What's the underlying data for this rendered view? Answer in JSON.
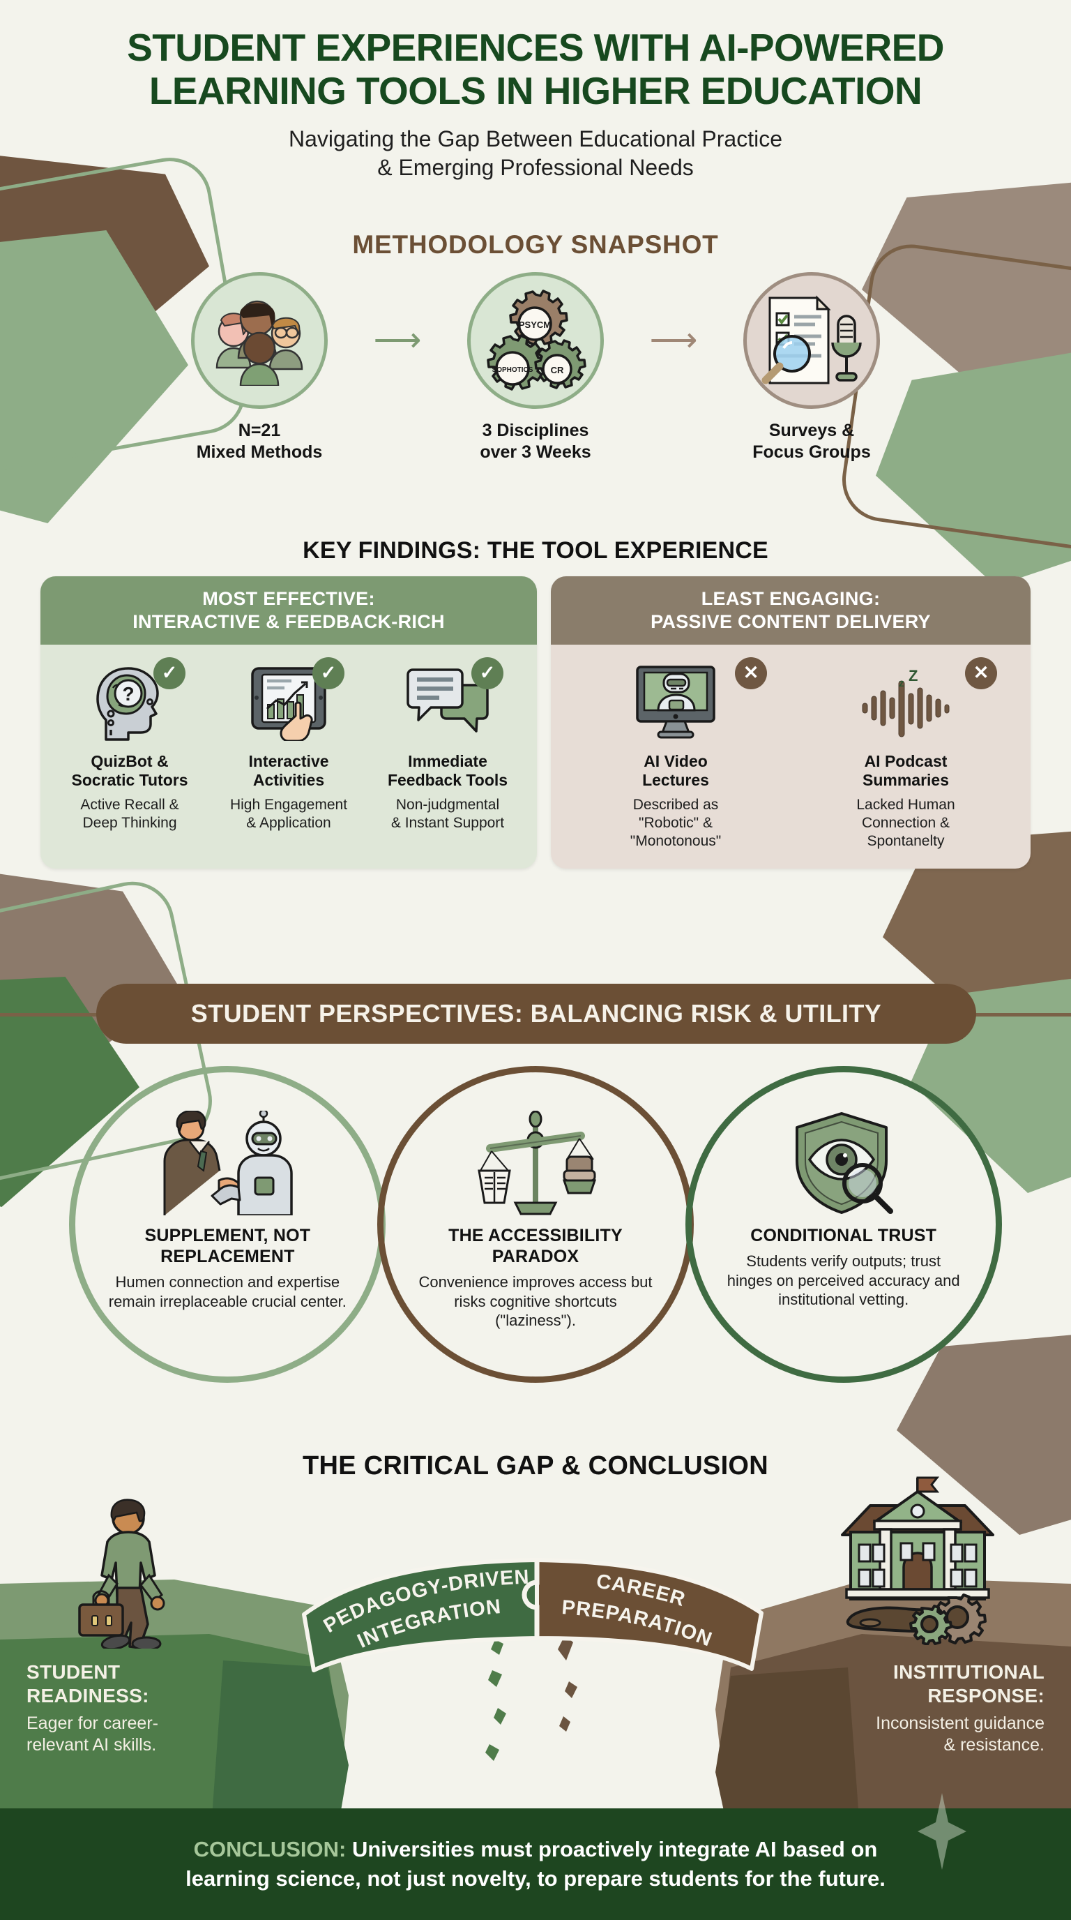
{
  "header": {
    "title_line1": "STUDENT EXPERIENCES WITH AI-POWERED",
    "title_line2": "LEARNING TOOLS IN HIGHER EDUCATION",
    "subtitle_line1": "Navigating the Gap Between Educational Practice",
    "subtitle_line2": "& Emerging Professional Needs",
    "title_color": "#17491f"
  },
  "methodology": {
    "heading": "METHODOLOGY SNAPSHOT",
    "heading_color": "#6b4f35",
    "steps": [
      {
        "icon": "group-of-students-icon",
        "label_line1": "N=21",
        "label_line2": "Mixed Methods",
        "circle_style": "green"
      },
      {
        "icon": "gears-disciplines-icon",
        "label_line1": "3 Disciplines",
        "label_line2": "over 3 Weeks",
        "circle_style": "green",
        "gear_labels": [
          "PSYCM",
          "SOPHOTICS",
          "CR"
        ]
      },
      {
        "icon": "survey-and-microphone-icon",
        "label_line1": "Surveys &",
        "label_line2": "Focus Groups",
        "circle_style": "brown"
      }
    ],
    "arrows": [
      "arrow-right-icon",
      "arrow-right-icon"
    ]
  },
  "key_findings": {
    "heading": "KEY FINDINGS: THE TOOL EXPERIENCE",
    "panels": [
      {
        "bar_line1": "MOST EFFECTIVE:",
        "bar_line2": "INTERACTIVE & FEEDBACK-RICH",
        "bar_color": "#7d9a72",
        "body_color": "#dfe7d8",
        "badge": "check",
        "items": [
          {
            "icon": "brain-question-head-icon",
            "name_line1": "QuizBot &",
            "name_line2": "Socratic Tutors",
            "desc_line1": "Active Recall &",
            "desc_line2": "Deep Thinking"
          },
          {
            "icon": "tablet-chart-touch-icon",
            "name_line1": "Interactive",
            "name_line2": "Activities",
            "desc_line1": "High Engagement",
            "desc_line2": "& Application"
          },
          {
            "icon": "chat-bubbles-icon",
            "name_line1": "Immediate",
            "name_line2": "Feedback Tools",
            "desc_line1": "Non-judgmental",
            "desc_line2": "& Instant Support"
          }
        ]
      },
      {
        "bar_line1": "LEAST ENGAGING:",
        "bar_line2": "PASSIVE CONTENT DELIVERY",
        "bar_color": "#8a7d6b",
        "body_color": "#e7ddd6",
        "badge": "x",
        "items": [
          {
            "icon": "robot-monitor-lecture-icon",
            "name_line1": "AI Video",
            "name_line2": "Lectures",
            "desc_line1": "Described as",
            "desc_line2": "\"Robotic\" &",
            "desc_line3": "\"Monotonous\""
          },
          {
            "icon": "audio-waveform-sleep-icon",
            "name_line1": "AI Podcast",
            "name_line2": "Summaries",
            "desc_line1": "Lacked Human",
            "desc_line2": "Connection &",
            "desc_line3": "Spontanelty"
          }
        ]
      }
    ]
  },
  "perspectives": {
    "banner": "STUDENT PERSPECTIVES: BALANCING RISK & UTILITY",
    "banner_color": "#6b4f35",
    "items": [
      {
        "icon": "human-robot-handshake-icon",
        "ring": "lightgreen",
        "title_line1": "SUPPLEMENT, NOT",
        "title_line2": "REPLACEMENT",
        "desc": "Humen connection and expertise remain irreplaceable crucial center."
      },
      {
        "icon": "balance-scale-book-sofa-icon",
        "ring": "brown",
        "title_line1": "THE ACCESSIBILITY",
        "title_line2": "PARADOX",
        "desc": "Convenience improves access but risks cognitive shortcuts (\"laziness\")."
      },
      {
        "icon": "shield-eye-magnifier-icon",
        "ring": "darkgreen",
        "title_line1": "CONDITIONAL TRUST",
        "title_line2": "",
        "desc": "Students verify outputs; trust hinges on perceived accuracy and institutional vetting."
      }
    ]
  },
  "critical_gap": {
    "heading": "THE CRITICAL GAP & CONCLUSION",
    "bridge_left_line1": "PEDAGOGY-DRIVEN",
    "bridge_left_line2": "INTEGRATION",
    "bridge_right_line1": "CAREER",
    "bridge_right_line2": "PREPARATION",
    "bridge_left_color": "#3f6b42",
    "bridge_right_color": "#6b4f35",
    "left": {
      "icon": "walking-student-with-briefcase-icon",
      "title_line1": "STUDENT",
      "title_line2": "READINESS:",
      "desc_line1": "Eager for career-",
      "desc_line2": "relevant AI skills."
    },
    "right": {
      "icon": "university-building-with-gears-icon",
      "title_line1": "INSTITUTIONAL",
      "title_line2": "RESPONSE:",
      "desc_line1": "Inconsistent guidance",
      "desc_line2": "& resistance."
    }
  },
  "conclusion": {
    "lead": "CONCLUSION:",
    "text_line1": " Universities must proactively integrate AI based on",
    "text_line2": "learning science, not just novelty, to prepare students for the future.",
    "bar_color": "#1e4620",
    "lead_color": "#a6c79a"
  }
}
